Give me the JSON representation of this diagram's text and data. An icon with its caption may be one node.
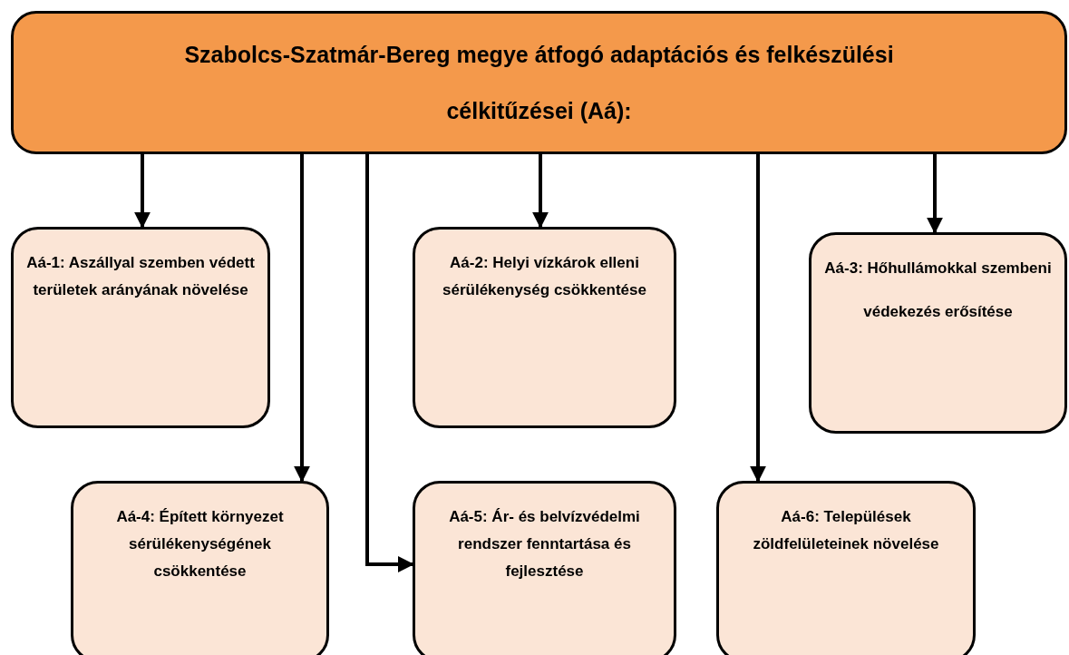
{
  "diagram": {
    "nodes": [
      {
        "text": [
          "Szabolcs-Szatmár-Bereg megye átfogó adaptációs és felkészülési célkitűzései (Aá):"
        ]
      },
      {
        "text": [
          "Aá-1: Aszállyal szemben védett területek arányának növelése"
        ]
      },
      {
        "text": [
          "Aá-2: Helyi vízkárok elleni sérülékenység csökkentése"
        ]
      },
      {
        "text": [
          "Aá-3: Hőhullámokkal szembeni",
          "védekezés erősítése"
        ]
      },
      {
        "text": [
          "Aá-4: Épített környezet sérülékenységének csökkentése"
        ]
      },
      {
        "text": [
          "Aá-5: Ár- és belvízvédelmi rendszer fenntartása és fejlesztése"
        ]
      },
      {
        "text": [
          "Aá-6: Települések zöldfelületeinek növelése"
        ]
      }
    ],
    "edges": [
      {
        "from": 0,
        "to": 1,
        "arrow": "to"
      },
      {
        "from": 0,
        "to": 4,
        "arrow": "to"
      },
      {
        "from": 0,
        "to": 5,
        "arrow": "to"
      },
      {
        "from": 0,
        "to": 2,
        "arrow": "to"
      },
      {
        "from": 0,
        "to": 6,
        "arrow": "to"
      },
      {
        "from": 0,
        "to": 3,
        "arrow": "to"
      }
    ]
  }
}
